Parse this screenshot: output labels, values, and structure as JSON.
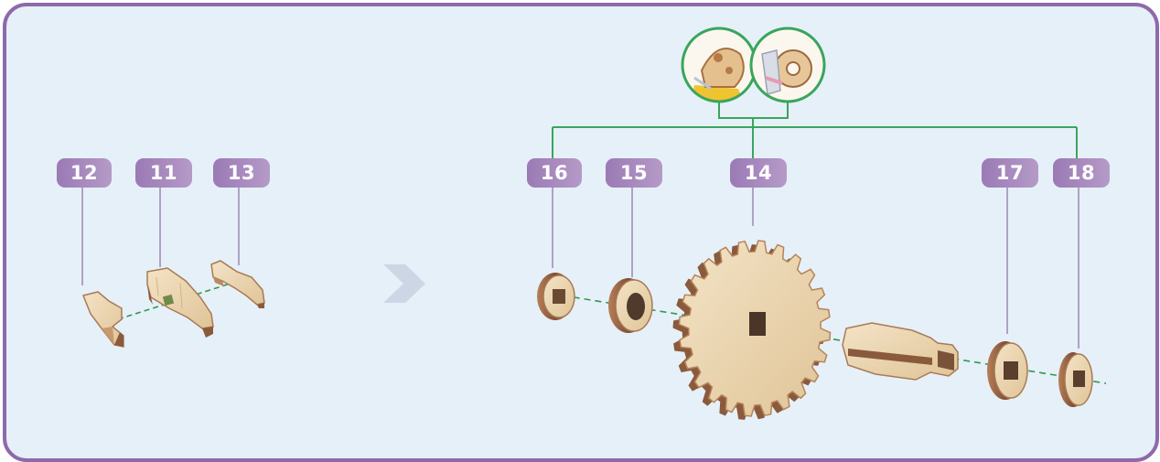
{
  "labels": {
    "part_12": "12",
    "part_11": "11",
    "part_13": "13",
    "part_16": "16",
    "part_15": "15",
    "part_14": "14",
    "part_17": "17",
    "part_18": "18"
  },
  "colors": {
    "frame_border": "#8e6aa9",
    "background": "#e6f0f9",
    "badge": "#a286bb",
    "leader_line": "#9c88b3",
    "connector": "#3aa55c",
    "axis": "#2e9a4e",
    "wood_light": "#e9d3b2",
    "wood_dark": "#8a5a3c"
  },
  "icons": {
    "next_step": "chevron-right-icon",
    "tool_hint_left": "glue-tool-icon",
    "tool_hint_right": "press-fit-icon"
  }
}
